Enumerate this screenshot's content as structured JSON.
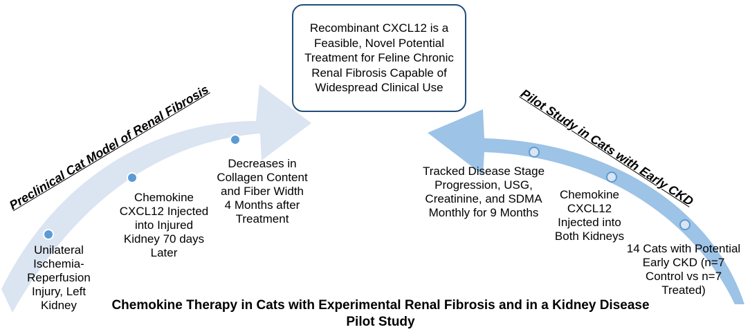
{
  "center_box": {
    "text": "Recombinant CXCL12 is a Feasible, Novel Potential Treatment for Feline Chronic Renal Fibrosis Capable of Widespread Clinical Use"
  },
  "left_arrow": {
    "title": "Preclinical Cat Model of Renal Fibrosis",
    "color": "#dbe4f1",
    "steps": [
      "Unilateral Ischemia-Reperfusion Injury, Left Kidney",
      "Chemokine CXCL12 Injected into Injured Kidney 70 days Later",
      "Decreases in Collagen Content and Fiber Width 4 Months after Treatment"
    ]
  },
  "right_arrow": {
    "title": "Pilot Study in Cats with Early CKD",
    "color": "#9dc3e6",
    "steps": [
      "14 Cats with Potential Early CKD (n=7 Control vs n=7 Treated)",
      "Chemokine CXCL12 Injected into Both Kidneys",
      "Tracked Disease Stage Progression, USG, Creatinine, and SDMA Monthly for 9 Months"
    ]
  },
  "footer": {
    "text": "Chemokine Therapy in Cats with Experimental Renal Fibrosis and in a Kidney Disease Pilot Study"
  },
  "colors": {
    "dot_fill": "#5b9bd5",
    "dot_stroke": "#ffffff",
    "box_border": "#1f4e79"
  }
}
